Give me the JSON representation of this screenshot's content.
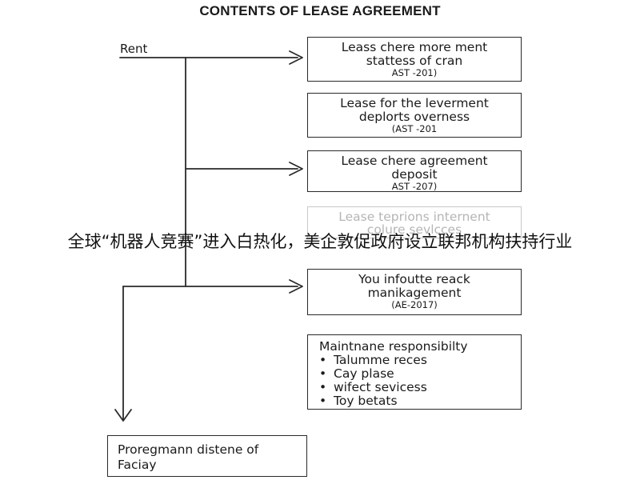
{
  "title": "CONTENTS OF LEASE AGREEMENT",
  "rent_label": "Rent",
  "boxes": [
    {
      "lines": [
        "Leass chere more ment",
        "stattess of cran"
      ],
      "code": "AST -201)"
    },
    {
      "lines": [
        "Lease for the leverment",
        "deplorts overness"
      ],
      "code": "(AST -201"
    },
    {
      "lines": [
        "Lease chere agreement",
        "deposit"
      ],
      "code": "AST -207)"
    },
    {
      "lines": [
        "Lease teprions internent",
        "colure sevlcces"
      ],
      "code": ""
    },
    {
      "lines": [
        "You infoutte reack",
        "manikagement"
      ],
      "code": "(AE-2017)"
    }
  ],
  "maintenance": {
    "heading": "Maintnane responsibilty",
    "items": [
      "Talumme reces",
      "Cay plase",
      "wifect sevicess",
      "Toy betats"
    ]
  },
  "bottom_box": {
    "lines": [
      "Proregmann distene of",
      "Faciay"
    ]
  },
  "overlay_caption": "全球“机器人竞赛”进入白热化，美企敦促政府设立联邦机构扶持行业",
  "colors": {
    "line": "#2a2a2a",
    "faded": "#c9c9c9",
    "background": "#ffffff"
  }
}
